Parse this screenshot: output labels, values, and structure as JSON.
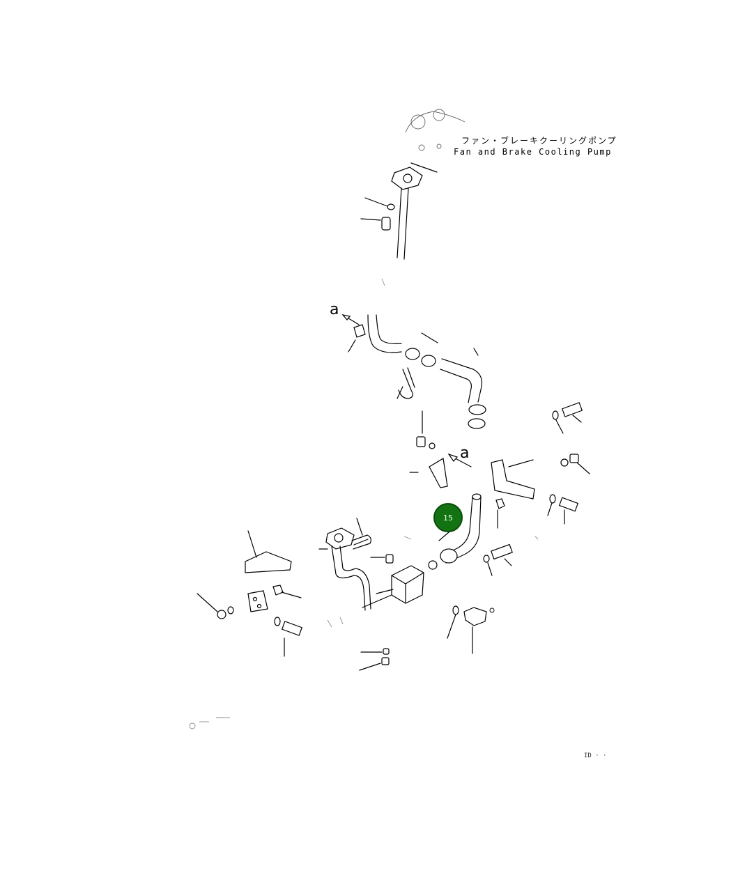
{
  "diagram": {
    "pump_label_jp": "ファン・ブレーキクーリングポンプ",
    "pump_label_en": "Fan and Brake Cooling Pump",
    "view_marks": [
      "a",
      "a"
    ],
    "hotspot": {
      "number": "15",
      "color": "#137313"
    },
    "corner_code": "ID ·  ·"
  }
}
